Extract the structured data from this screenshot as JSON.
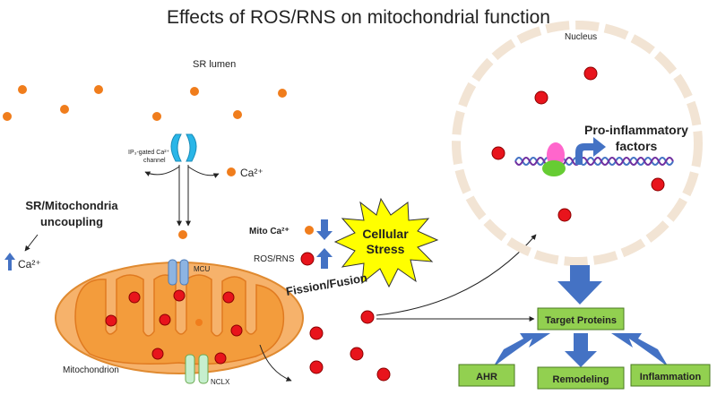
{
  "title": "Effects of ROS/RNS on mitochondrial function",
  "labels": {
    "sr_lumen": "SR lumen",
    "nucleus": "Nucleus",
    "ip3_line1": "IP₃-gated Ca²⁺",
    "ip3_line2": "channel",
    "ca": "Ca²⁺",
    "ca_left": "Ca²⁺",
    "uncoupling_line1": "SR/Mitochondria",
    "uncoupling_line2": "uncoupling",
    "mcu": "MCU",
    "nclx": "NCLX",
    "mitochondrion": "Mitochondrion",
    "mito_ca": "Mito Ca²⁺",
    "ros_rns": "ROS/RNS",
    "stress_line1": "Cellular",
    "stress_line2": "Stress",
    "fission_fusion": "Fission/Fusion",
    "proinflam_line1": "Pro-inflammatory",
    "proinflam_line2": "factors"
  },
  "boxes": {
    "target": "Target Proteins",
    "ahr": "AHR",
    "remodeling": "Remodeling",
    "inflammation": "Inflammation"
  },
  "colors": {
    "ros_dot": "#e8141c",
    "ca_dot": "#f07d1c",
    "mito_fill": "#f6b26b",
    "mito_matrix": "#f39c3c",
    "arrow_blue": "#4472c4",
    "box_green": "#92d050",
    "stress_yellow": "#ffff00",
    "channel_blue": "#29b6e8",
    "nucleus_ring": "#f2e4d4"
  }
}
